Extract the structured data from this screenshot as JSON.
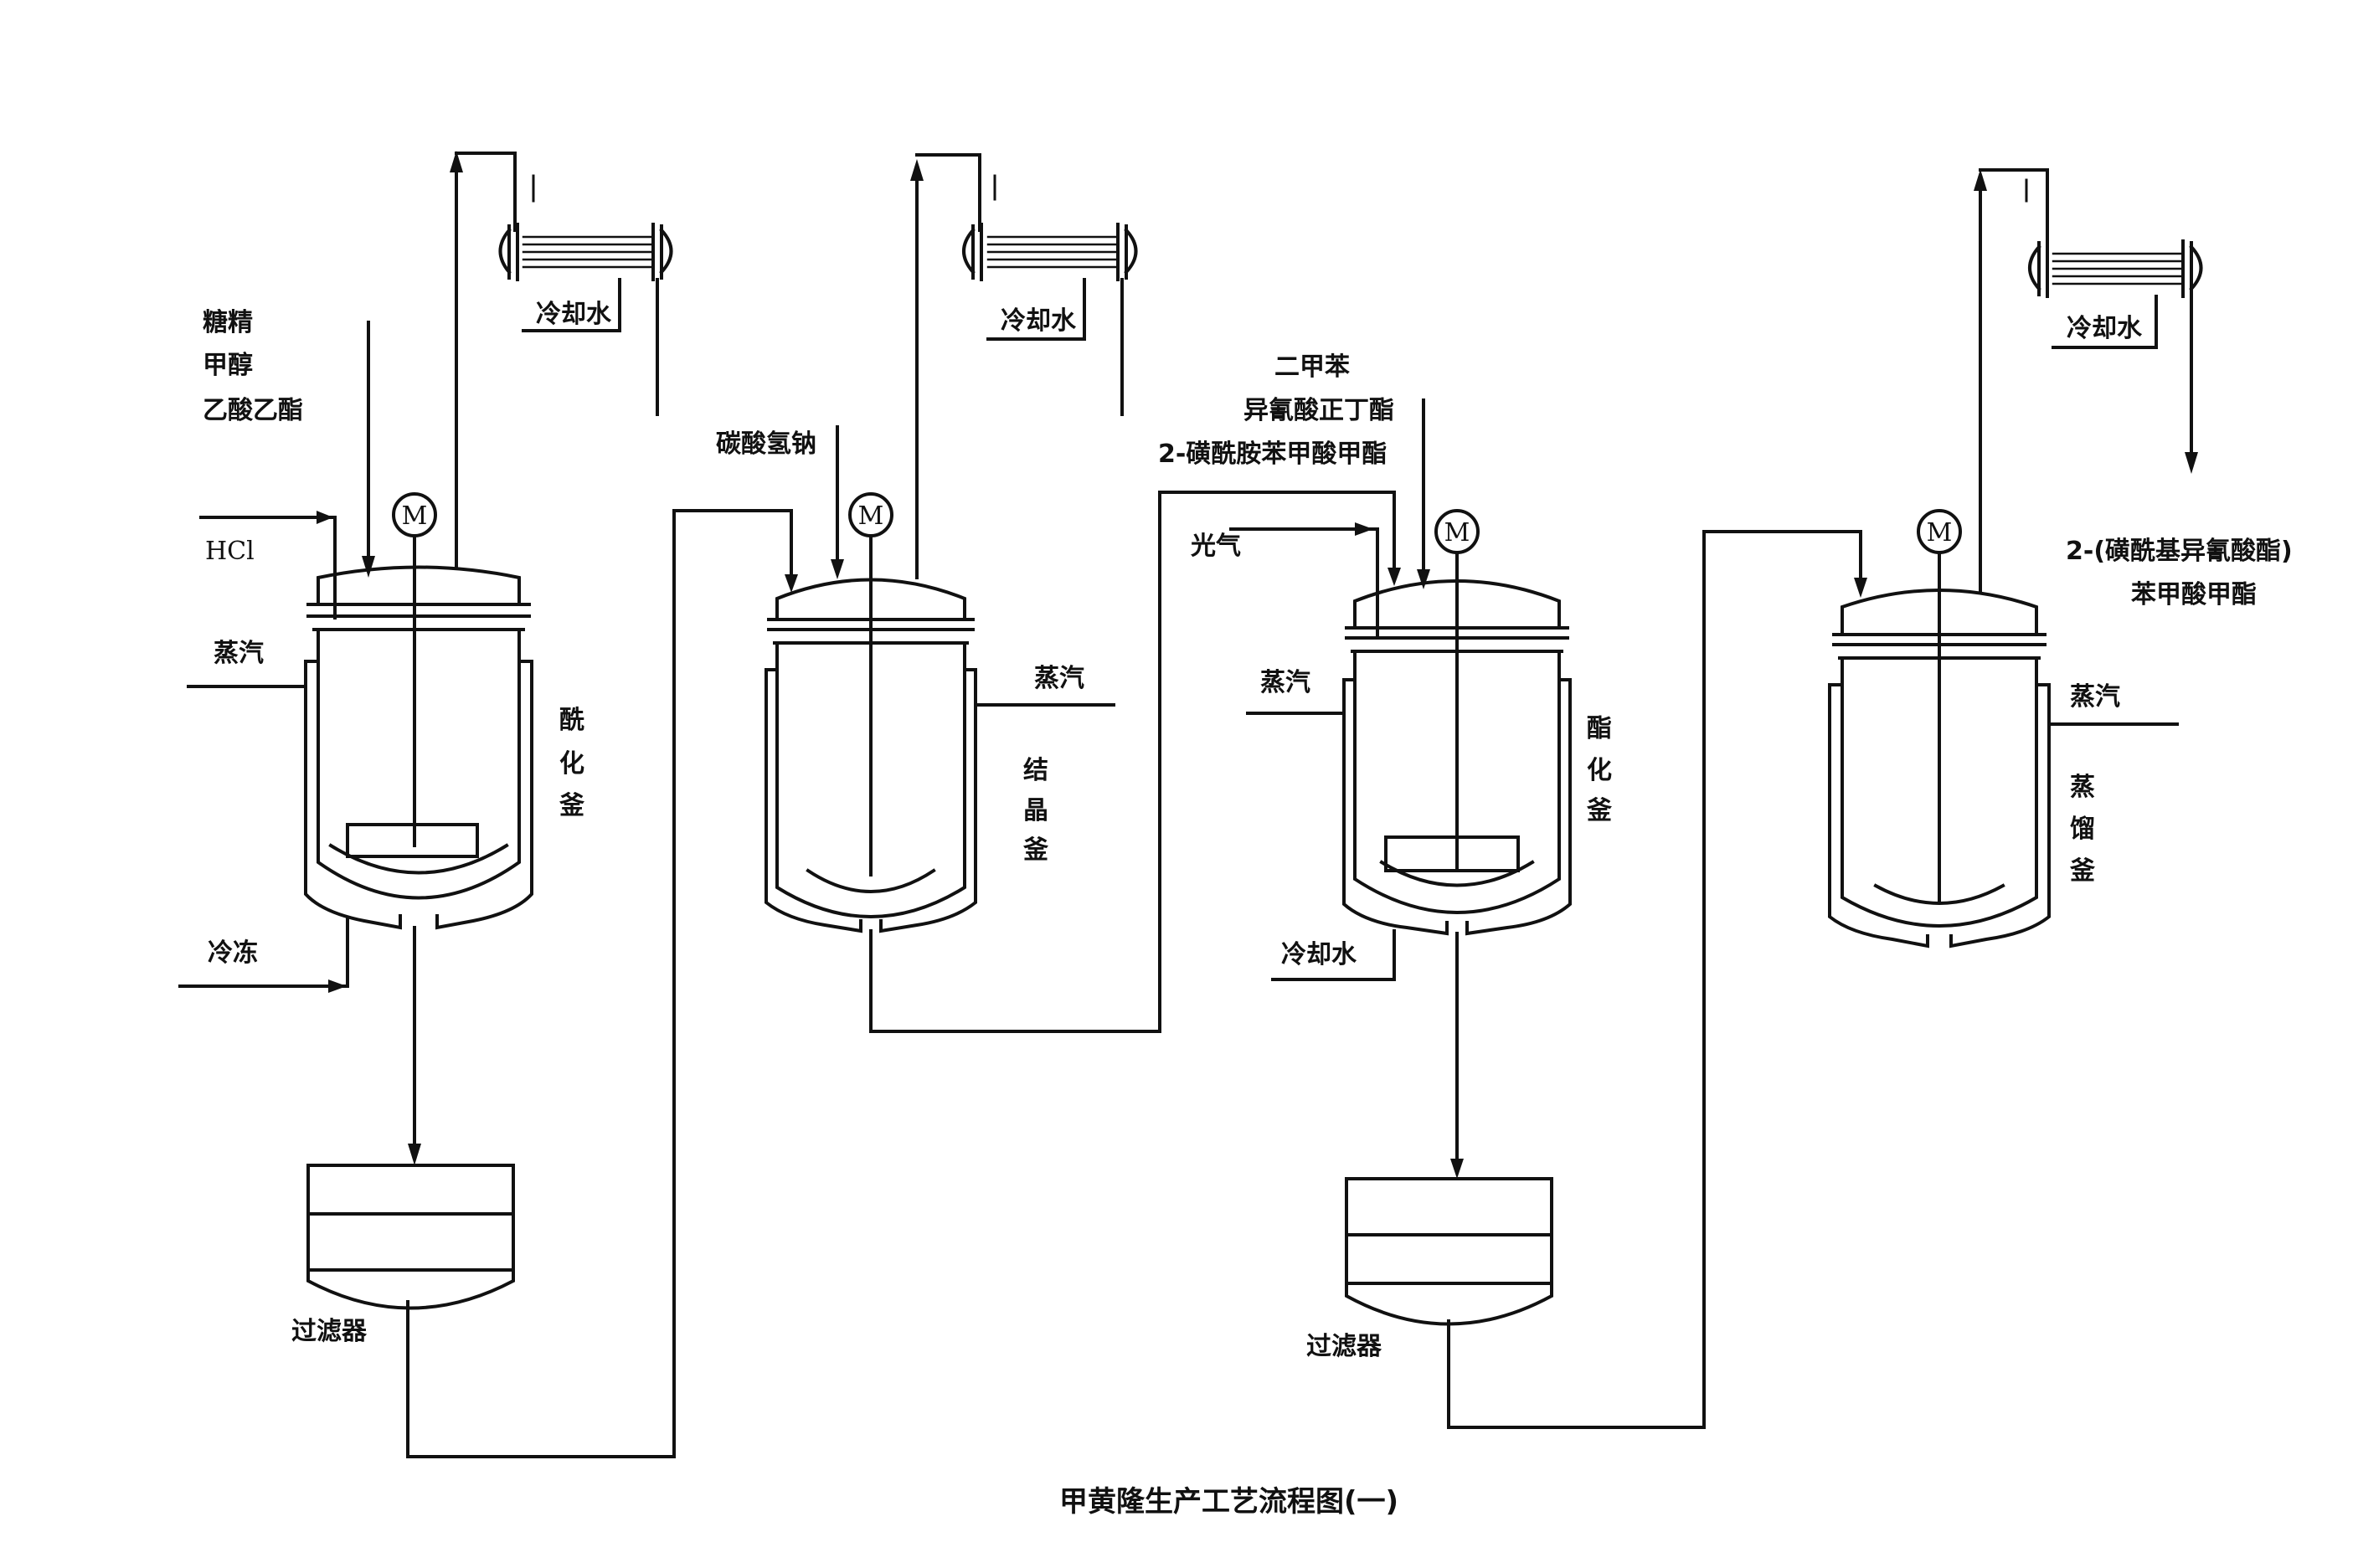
{
  "title": "甲黄隆生产工艺流程图(一)",
  "motor_symbol": "M",
  "reactor1": {
    "inputs": [
      "糖精",
      "甲醇",
      "乙酸乙酯"
    ],
    "hcl": "HCl",
    "steam": "蒸汽",
    "freeze": "冷冻",
    "name": [
      "酰",
      "化",
      "釜"
    ],
    "condenser_water": "冷却水"
  },
  "filter1": {
    "label": "过滤器"
  },
  "crystallizer": {
    "input": "碳酸氢钠",
    "steam": "蒸汽",
    "name": [
      "结",
      "晶",
      "釜"
    ],
    "condenser_water": "冷却水"
  },
  "esterification": {
    "inputs": [
      "二甲苯",
      "异氰酸正丁酯",
      "2-磺酰胺苯甲酸甲酯"
    ],
    "phosgene": "光气",
    "steam": "蒸汽",
    "cooling_water": "冷却水",
    "name": [
      "酯",
      "化",
      "釜"
    ]
  },
  "filter2": {
    "label": "过滤器"
  },
  "distillation": {
    "steam": "蒸汽",
    "name": [
      "蒸",
      "馏",
      "釜"
    ],
    "condenser_water": "冷却水",
    "product": [
      "2-(磺酰基异氰酸酯)",
      "苯甲酸甲酯"
    ]
  }
}
